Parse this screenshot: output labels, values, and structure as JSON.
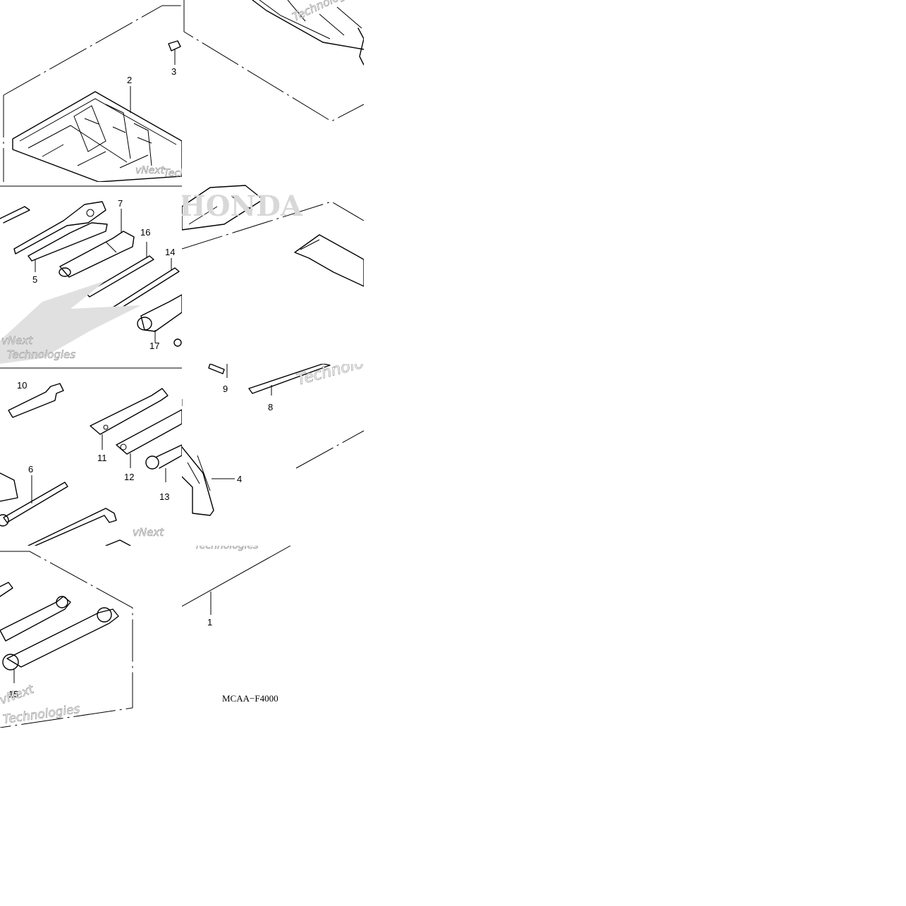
{
  "diagram": {
    "code": "MCAA−F4000",
    "watermark_words": [
      "vNext",
      "Technologies",
      "HONDA"
    ],
    "callouts": {
      "c1": "1",
      "c2": "2",
      "c3": "3",
      "c4": "4",
      "c5": "5",
      "c6": "6",
      "c7": "7",
      "c8": "8",
      "c9": "9",
      "c10": "10",
      "c11": "11",
      "c12": "12",
      "c13": "13",
      "c14": "14",
      "c15": "15",
      "c16": "16",
      "c17": "17"
    },
    "icons": [
      "tool-bag-icon",
      "pliers-icon",
      "box-wrench-icon",
      "screwdriver-icon",
      "open-end-wrench-icon",
      "ring-wrench-icon",
      "hex-key-icon",
      "strap-icon"
    ]
  }
}
